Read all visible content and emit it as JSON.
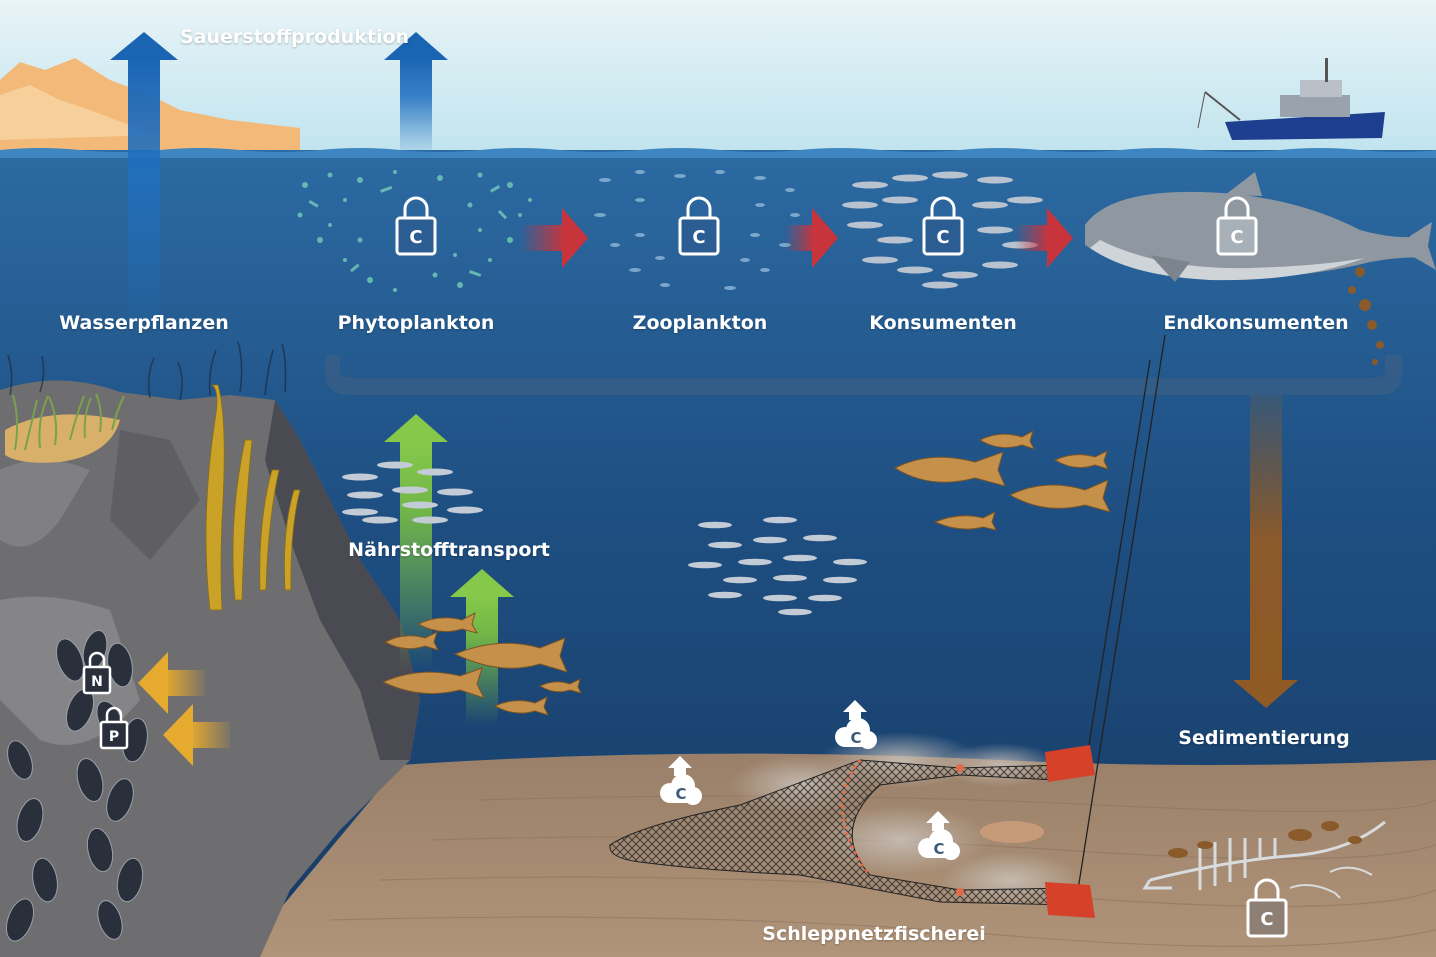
{
  "labels": {
    "oxygen": "Sauerstoffproduktion",
    "seagrass": "Wasserpflanzen",
    "phytoplankton": "Phytoplankton",
    "zooplankton": "Zooplankton",
    "consumers": "Konsumenten",
    "top_consumers": "Endkonsumenten",
    "nutrients": "Nährstofftransport",
    "sedimentation": "Sedimentierung",
    "trawling": "Schleppnetzfischerei"
  },
  "icons": {
    "carbon": "C",
    "nitrogen": "N",
    "phosphorus": "P"
  },
  "colors": {
    "sky": "#c9e8f0",
    "ocean_surface": "#2b6aa3",
    "ocean_deep": "#16385f",
    "seabed": "#a88b72",
    "cliff": "#6e6e70",
    "oxygen_arrow": "#1f6fc0",
    "food_arrow": "#c8343c",
    "nutrient_arrow": "#7cc242",
    "sediment_arrow": "#8a5a2b",
    "nutrient_release_arrow": "#e3a62c",
    "net_door": "#d6412a"
  }
}
